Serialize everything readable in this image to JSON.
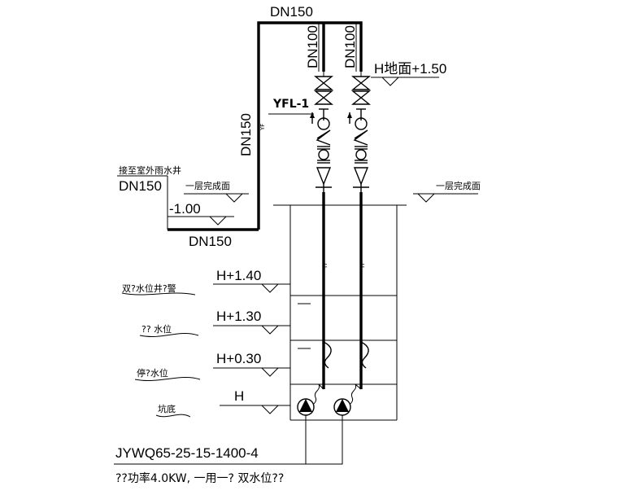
{
  "labels": {
    "top_main": "DN150",
    "riser_left": "DN100",
    "riser_right": "DN100",
    "h_ground": "H地面+1.50",
    "yfl": "YFL-1",
    "vertical_dn": "DN150",
    "outdoor": "接至室外雨水井",
    "outdoor_dn": "DN150",
    "floor_left": "一层完成面",
    "floor_right": "一层完成面",
    "minus_one": "-1.00",
    "bottom_dn": "DN150",
    "yf_mark": "YF",
    "lvl_alarm_text": "双?水位井?警",
    "lvl_alarm_val": "H+1.40",
    "lvl_start_text": "?? 水位",
    "lvl_start_val": "H+1.30",
    "lvl_stop_text": "停?水位",
    "lvl_stop_val": "H+0.30",
    "lvl_bottom_text": "坑底",
    "lvl_bottom_val": "H",
    "pump_model": "JYWQ65-25-15-1400-4",
    "pump_desc": "??功率4.0KW, 一用一? 双水位??"
  }
}
